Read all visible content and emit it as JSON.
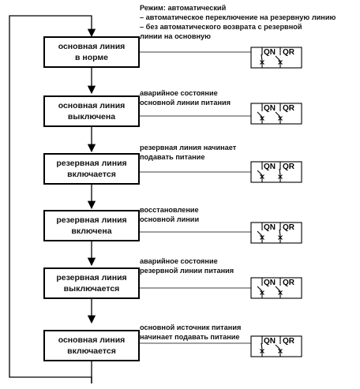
{
  "mode": {
    "title": "Режим: автоматический",
    "lines": [
      "– автоматическое переключение на резервную линию",
      "– без автоматического возврата с резервной",
      "линии на основную"
    ]
  },
  "steps": [
    {
      "box": [
        "основная линия",
        "в норме"
      ],
      "note": [],
      "qn": "closed",
      "qr": "open"
    },
    {
      "box": [
        "основная линия",
        "выключена"
      ],
      "note": [
        "аварийное состояние",
        "основной линии питания"
      ],
      "qn": "open",
      "qr": "open"
    },
    {
      "box": [
        "резервная линия",
        "включается"
      ],
      "note": [
        "резервная  линия  начинает",
        "подавать питание"
      ],
      "qn": "open",
      "qr": "closed"
    },
    {
      "box": [
        "резервная линия",
        "включена"
      ],
      "note": [
        "восстановление",
        "основной линии"
      ],
      "qn": "open",
      "qr": "closed"
    },
    {
      "box": [
        "резервная линия",
        "выключается"
      ],
      "note": [
        "аварийное состояние",
        "резервной линии питания"
      ],
      "qn": "open",
      "qr": "open"
    },
    {
      "box": [
        "основная линия",
        "включается"
      ],
      "note": [
        "основной источник питания",
        "начинает подавать питание"
      ],
      "qn": "closed",
      "qr": "open"
    }
  ],
  "switch_labels": {
    "qn": "QN",
    "qr": "QR"
  }
}
